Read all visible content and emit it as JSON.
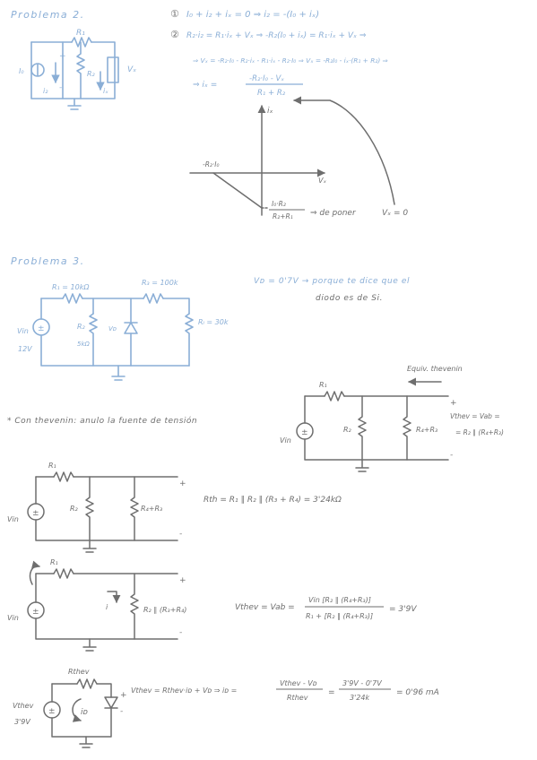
{
  "colors": {
    "ink_blue": "#8aaed6",
    "ink_gray": "#6e6e6e",
    "paper": "#ffffff"
  },
  "p2": {
    "title": "Problema 2.",
    "circuit": {
      "r1": "R₁",
      "r2": "R₂",
      "i0": "I₀",
      "i2": "i₂",
      "ix": "iₓ",
      "vx": "Vₓ",
      "plus": "+",
      "minus": "-"
    },
    "eq1_num": "①",
    "eq1": "I₀ + i₂ + iₓ = 0 ⇒ i₂ = -(I₀ + iₓ)",
    "eq2_num": "②",
    "eq2": "R₂·i₂ = R₁·iₓ + Vₓ ⇒ -R₂(I₀ + iₓ) = R₁·iₓ + Vₓ ⇒",
    "eq3": "⇒ Vₓ = -R₂·I₀ - R₂·iₓ - R₁·iₓ - R₂·I₀ ⇒ Vₓ = -R₂I₀ - iₓ·(R₁ + R₂) ⇒",
    "eq4_lhs": "⇒ iₓ =",
    "eq4_num": "-R₂·I₀ - Vₓ",
    "eq4_den": "R₁ + R₂",
    "graph": {
      "y_axis": "iₓ",
      "x_axis": "Vₓ",
      "x_intercept": "-R₂·I₀",
      "y_num": "I₀·R₂",
      "y_den": "R₂+R₁",
      "note": "⇒ de poner",
      "note_cond": "Vₓ = 0"
    }
  },
  "p3": {
    "title": "Problema 3.",
    "circuit": {
      "r1": "R₁ = 10kΩ",
      "r3": "R₃ = 100k",
      "r2": "R₂",
      "r2_val": "5kΩ",
      "rl": "Rₗ = 30k",
      "vd": "Vᴅ",
      "vin": "Vin",
      "vin_val": "12V"
    },
    "vd_note_a": "Vᴅ = 0'7V → porque te dice que el",
    "vd_note_b": "diodo es de Si.",
    "equiv_label": "Equiv. thevenin",
    "thevenin_intro": "* Con thevenin: anulo la fuente de tensión",
    "c1": {
      "r1": "R₁",
      "r2": "R₂",
      "r3": "R₄+R₃",
      "vin": "Vin",
      "plus": "+",
      "minus": "-",
      "vth_a": "Vthev = Vab =",
      "vth_b": "= R₂ ∥ (R₄+R₃)"
    },
    "c2": {
      "r1": "R₁",
      "r2": "R₂",
      "r3": "R₄+R₃",
      "vin": "Vin",
      "plus": "+",
      "minus": "-"
    },
    "rth_eq": "Rth = R₁ ∥ R₂ ∥ (R₃ + R₄) = 3'24kΩ",
    "c3": {
      "r1": "R₁",
      "res": "R₂ ∥ (R₃+R₄)",
      "vin": "Vin",
      "i": "i",
      "plus": "+",
      "minus": "-"
    },
    "vth_eq_lhs": "Vthev = Vab =",
    "vth_eq_num": "Vin [R₂ ∥ (R₄+R₃)]",
    "vth_eq_den": "R₁ + [R₂ ∥ (R₄+R₃)]",
    "vth_eq_res": "= 3'9V",
    "c4": {
      "rth": "Rthev",
      "vth": "Vthev",
      "vth_val": "3'9V",
      "id": "iᴅ",
      "plus": "+",
      "minus": "-"
    },
    "id_eq_a": "Vthev = Rthev·iᴅ + Vᴅ ⇒ iᴅ =",
    "id_eq_num": "Vthev - Vᴅ",
    "id_eq_den": "Rthev",
    "id_eq_mid": "=",
    "id_eq_num2": "3'9V - 0'7V",
    "id_eq_den2": "3'24k",
    "id_eq_res": "= 0'96 mA"
  }
}
